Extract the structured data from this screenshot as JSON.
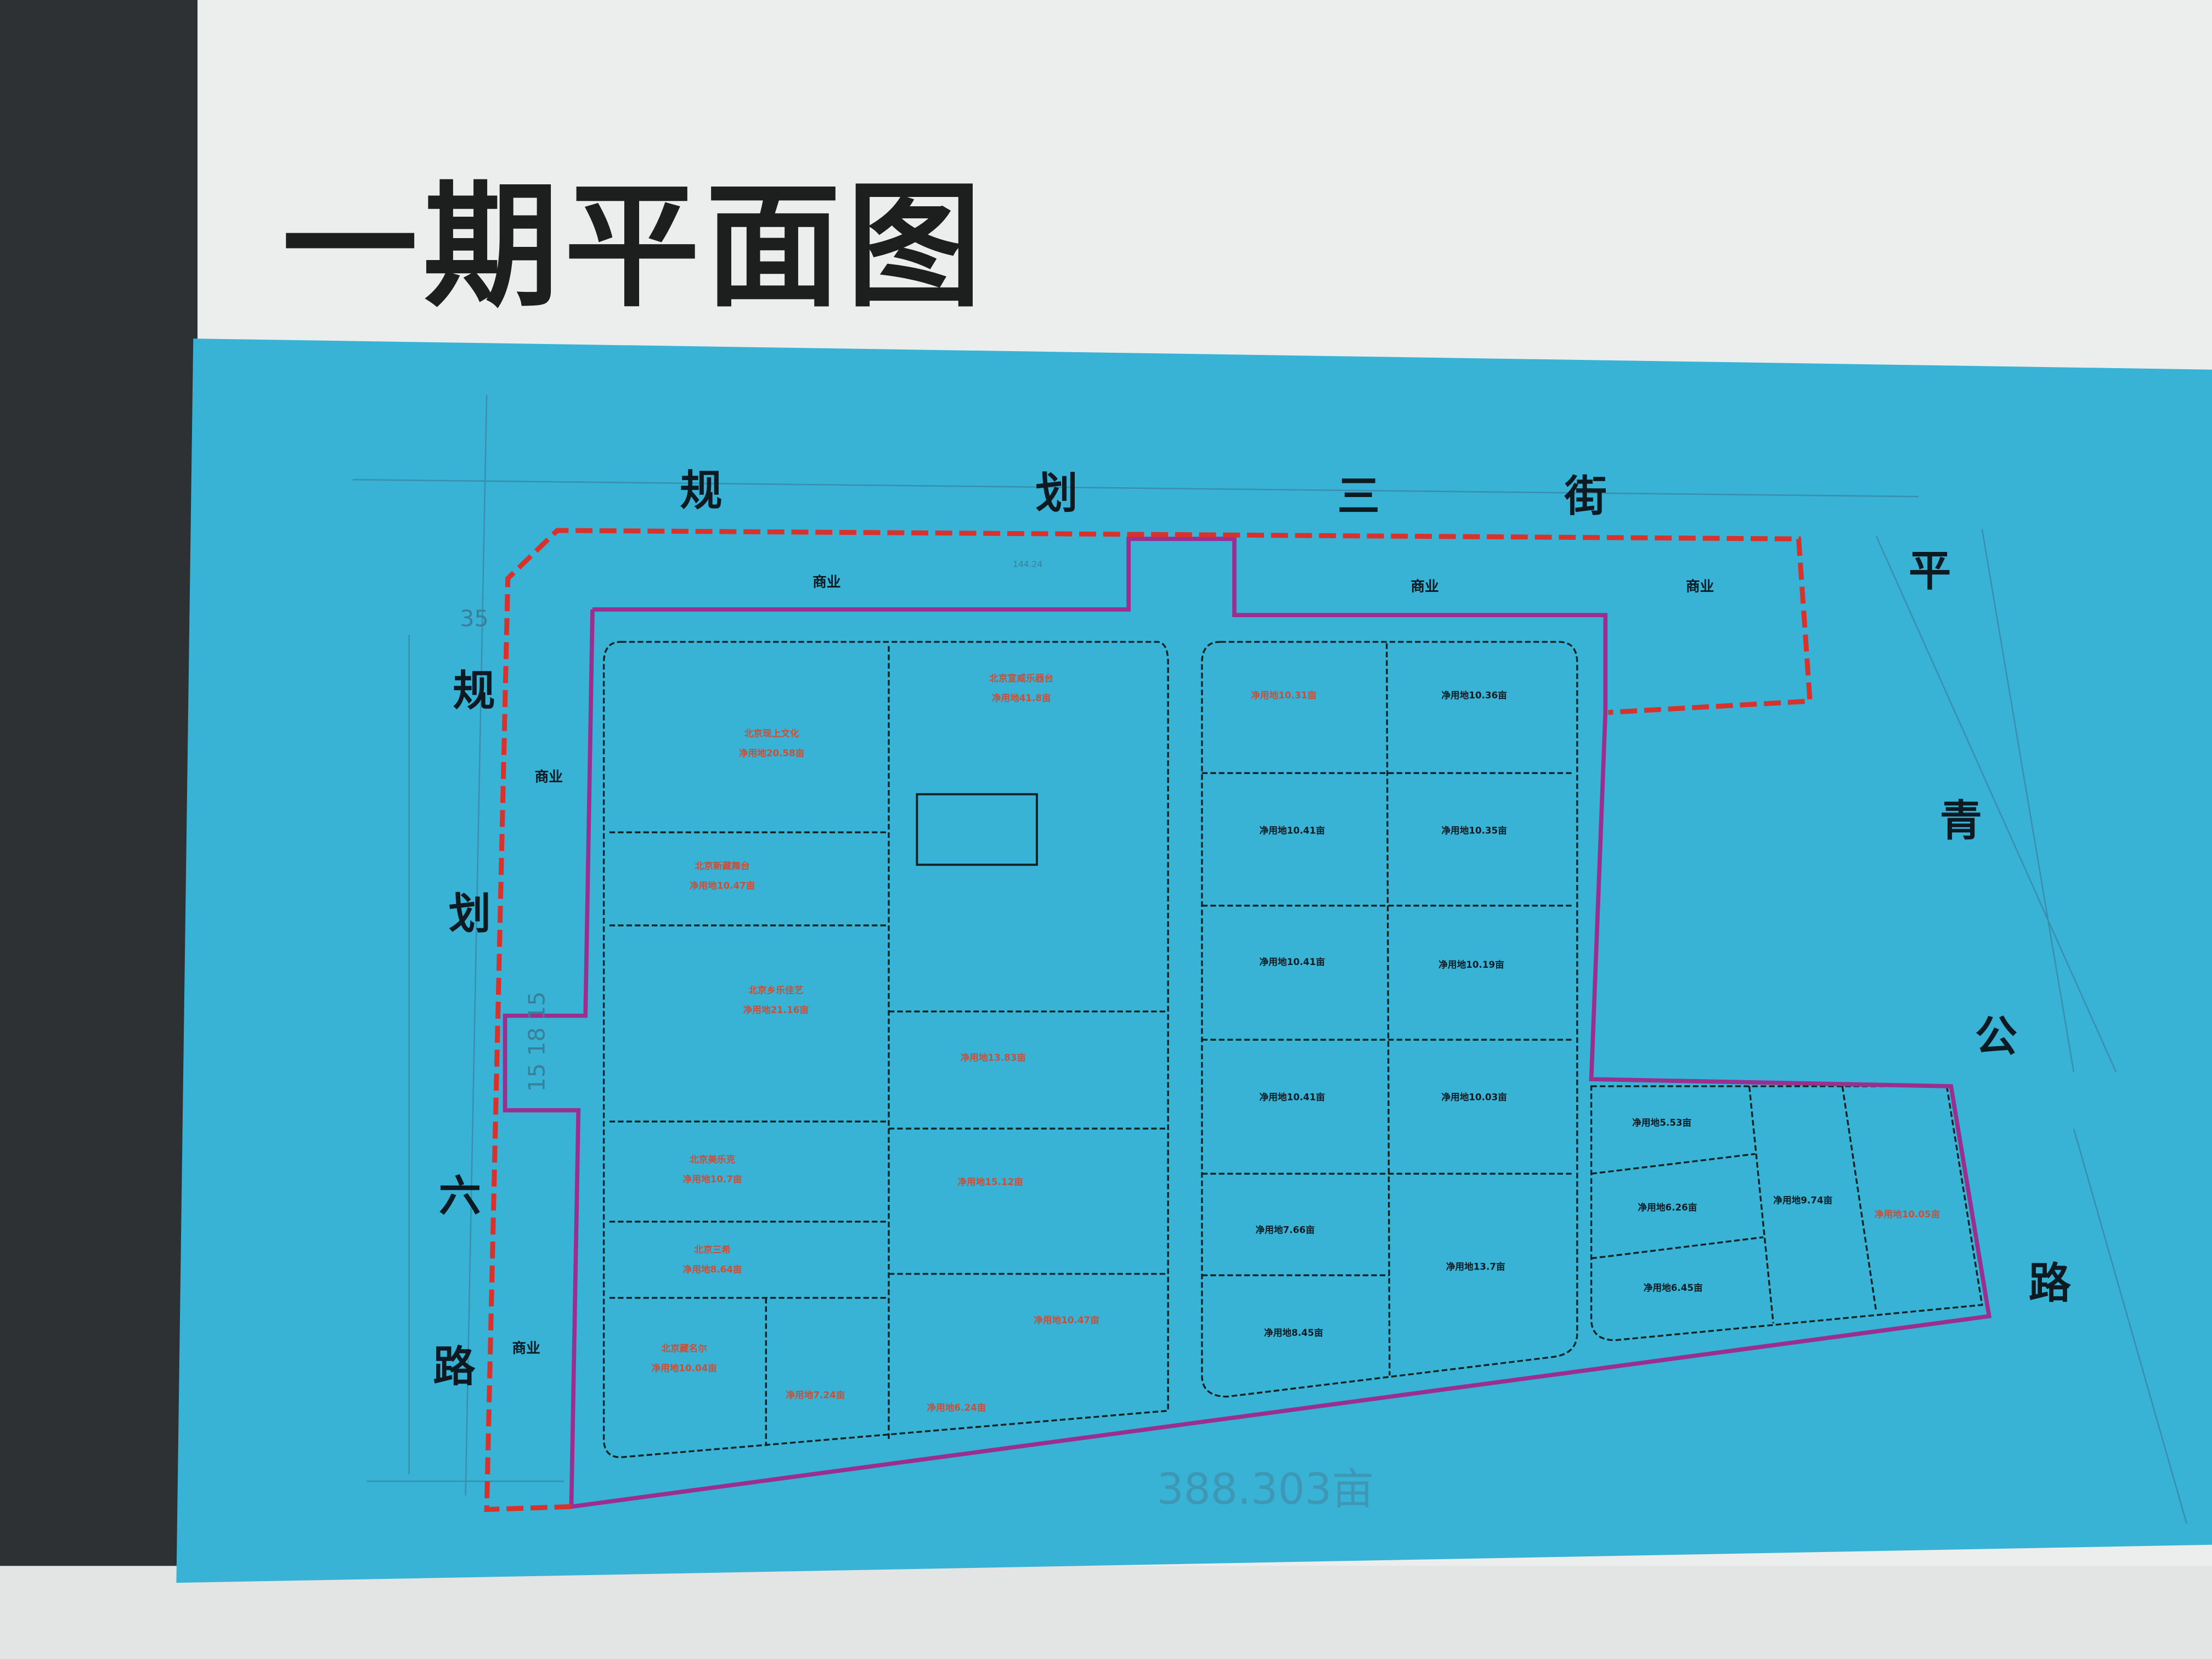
{
  "title": "一期平面图",
  "roads": {
    "north": [
      "规",
      "划",
      "三",
      "街"
    ],
    "west": [
      "规",
      "划",
      "六",
      "路"
    ],
    "east": [
      "平",
      "青",
      "公",
      "路"
    ]
  },
  "commercial_label": "商业",
  "commercial_count": 5,
  "dimensions": {
    "left_top": "35",
    "left_mid": "15 18 15",
    "top": "144.24"
  },
  "total_area": "388.303亩",
  "plots": [
    {
      "company": "北京现上文化",
      "area": "净用地20.58亩"
    },
    {
      "company": "北京宣威乐器台",
      "area": "净用地41.8亩"
    },
    {
      "company": "北京新藏舞台",
      "area": "净用地10.47亩"
    },
    {
      "company": "北京乡乐佳艺",
      "area": "净用地21.16亩"
    },
    {
      "company": "",
      "area": "净用地13.83亩"
    },
    {
      "company": "北京美乐克",
      "area": "净用地10.7亩"
    },
    {
      "company": "",
      "area": "净用地15.12亩"
    },
    {
      "company": "北京三希",
      "area": "净用地8.64亩"
    },
    {
      "company": "北京藏名尔",
      "area": "净用地10.04亩"
    },
    {
      "company": "",
      "area": "净用地7.24亩"
    },
    {
      "company": "",
      "area": "净用地10.47亩"
    },
    {
      "company": "",
      "area": "净用地6.24亩"
    },
    {
      "company": "",
      "area": "净用地10.31亩"
    },
    {
      "company": "",
      "area": "净用地10.36亩"
    },
    {
      "company": "",
      "area": "净用地10.41亩"
    },
    {
      "company": "",
      "area": "净用地10.35亩"
    },
    {
      "company": "",
      "area": "净用地10.41亩"
    },
    {
      "company": "",
      "area": "净用地10.19亩"
    },
    {
      "company": "",
      "area": "净用地10.41亩"
    },
    {
      "company": "",
      "area": "净用地10.03亩"
    },
    {
      "company": "",
      "area": "净用地7.66亩"
    },
    {
      "company": "",
      "area": "净用地13.7亩"
    },
    {
      "company": "",
      "area": "净用地8.45亩"
    },
    {
      "company": "",
      "area": "净用地5.53亩"
    },
    {
      "company": "",
      "area": "净用地6.26亩"
    },
    {
      "company": "",
      "area": "净用地6.45亩"
    },
    {
      "company": "",
      "area": "净用地9.74亩"
    },
    {
      "company": "",
      "area": "净用地10.05亩"
    }
  ],
  "colors": {
    "panel": "#38b3d6",
    "site_boundary": "#9a2f8f",
    "red_line": "#d9312b",
    "wall": "#f1f2f2",
    "dark_strip": "#2e3133"
  }
}
